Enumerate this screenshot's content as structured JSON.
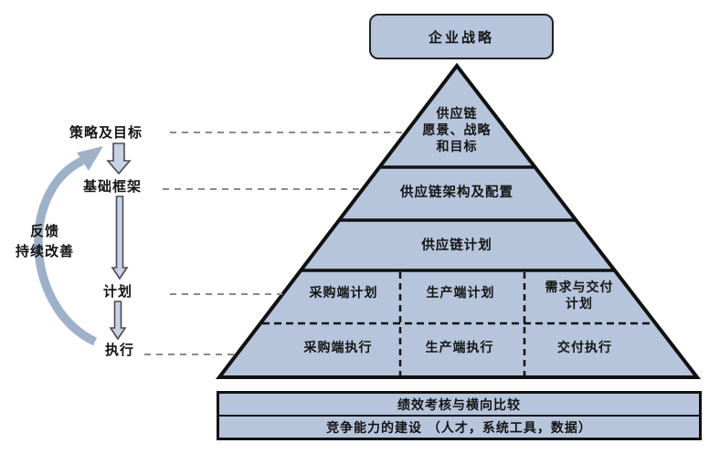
{
  "title_box": {
    "label": "企业战略"
  },
  "pyramid": {
    "levels": [
      {
        "name": "vision",
        "label": "供应链\n愿景、战略\n和目标"
      },
      {
        "name": "architecture",
        "label": "供应链架构及配置"
      },
      {
        "name": "planning",
        "label": "供应链计划"
      },
      {
        "name": "plan-row",
        "cells": [
          "采购端计划",
          "生产端计划",
          "需求与交付\n计划"
        ]
      },
      {
        "name": "exec-row",
        "cells": [
          "采购端执行",
          "生产端执行",
          "交付执行"
        ]
      }
    ]
  },
  "foundation_bars": [
    "绩效考核与横向比较",
    "竞争能力的建设 （人才，系统工具，数据）"
  ],
  "left_flow": {
    "labels": [
      "策略及目标",
      "基础框架",
      "计划",
      "执行"
    ],
    "feedback_label": "反馈\n持续改善"
  },
  "colors": {
    "shape_fill": "#b6c5db",
    "outline": "#111111",
    "feedback_arrow": "#9eb1c9",
    "flow_arrow_fill": "#c7d3e4",
    "connector_dash": "#8a8a8a"
  }
}
